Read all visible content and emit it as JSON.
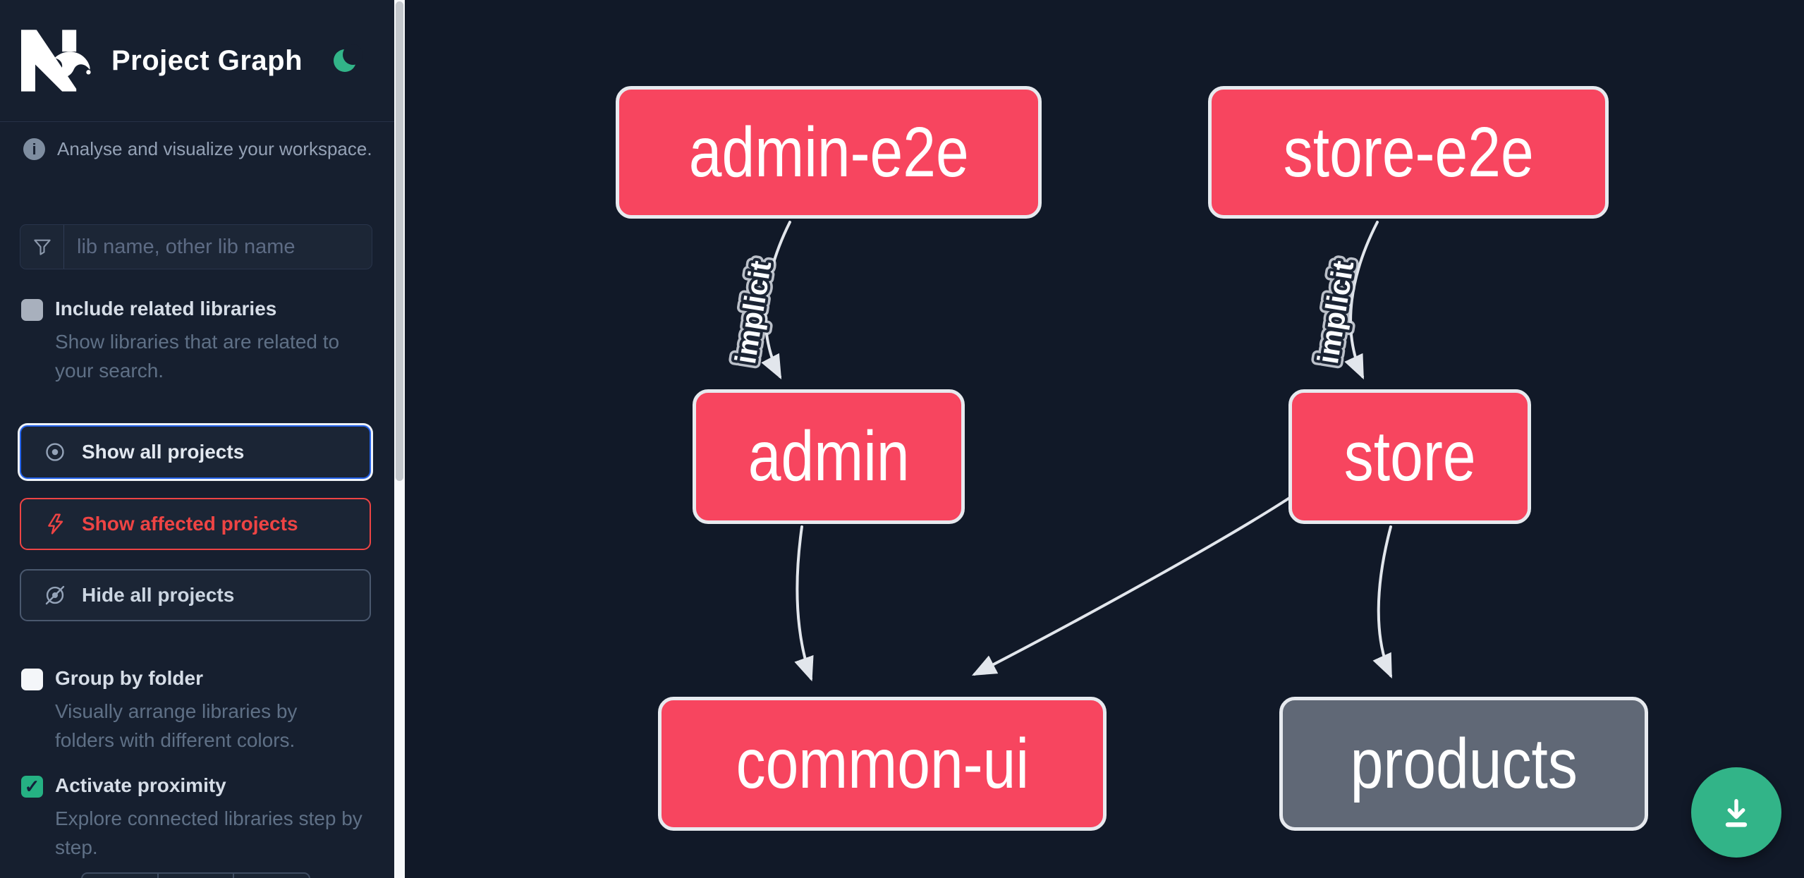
{
  "header": {
    "title": "Project Graph",
    "logo": "nx-logo",
    "theme_toggle_icon": "moon-icon"
  },
  "sidebar": {
    "tagline": "Analyse and visualize your workspace.",
    "search": {
      "placeholder": "lib name, other lib name",
      "value": ""
    },
    "options": [
      {
        "label": "Include related libraries",
        "description": "Show libraries that are related to your search.",
        "checked": false
      },
      {
        "label": "Group by folder",
        "description": "Visually arrange libraries by folders with different colors.",
        "checked": false
      },
      {
        "label": "Activate proximity",
        "description": "Explore connected libraries step by step.",
        "checked": true
      }
    ],
    "actions": [
      {
        "label": "Show all projects",
        "icon": "eye-icon",
        "state": "focused"
      },
      {
        "label": "Show affected projects",
        "icon": "bolt-icon",
        "state": "affected"
      },
      {
        "label": "Hide all projects",
        "icon": "eye-off-icon",
        "state": "default"
      }
    ]
  },
  "graph": {
    "nodes": [
      {
        "id": "admin-e2e",
        "label": "admin-e2e",
        "status": "affected"
      },
      {
        "id": "store-e2e",
        "label": "store-e2e",
        "status": "affected"
      },
      {
        "id": "admin",
        "label": "admin",
        "status": "affected"
      },
      {
        "id": "store",
        "label": "store",
        "status": "affected"
      },
      {
        "id": "common-ui",
        "label": "common-ui",
        "status": "affected"
      },
      {
        "id": "products",
        "label": "products",
        "status": "normal"
      }
    ],
    "edges": [
      {
        "from": "admin-e2e",
        "to": "admin",
        "label": "implicit"
      },
      {
        "from": "store-e2e",
        "to": "store",
        "label": "implicit"
      },
      {
        "from": "admin",
        "to": "common-ui",
        "label": ""
      },
      {
        "from": "store",
        "to": "common-ui",
        "label": ""
      },
      {
        "from": "store",
        "to": "products",
        "label": ""
      }
    ]
  },
  "fab": {
    "icon": "download-icon"
  },
  "icons": {
    "info_glyph": "i",
    "check_glyph": "✓"
  },
  "colors": {
    "affected_node": "#f7455f",
    "normal_node": "#606876",
    "node_border": "#e7eaef",
    "edge": "#e2e6ec",
    "accent_blue": "#2563eb",
    "accent_red": "#ee4444",
    "accent_green": "#32b488",
    "sidebar_bg": "#161f2f",
    "canvas_bg": "#111928"
  }
}
